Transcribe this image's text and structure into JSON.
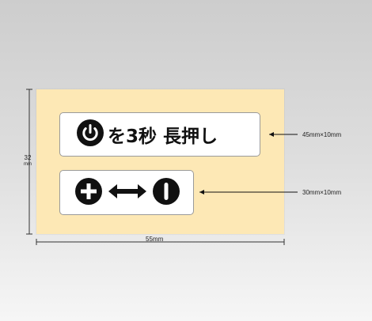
{
  "label_large": {
    "icon": "power-icon",
    "text": "を3秒 長押し",
    "size": "45mm×10mm"
  },
  "label_small": {
    "icons": [
      "plus-icon",
      "double-arrow-icon",
      "on-icon"
    ],
    "size": "30mm×10mm"
  },
  "sheet": {
    "width_label": "55mm",
    "height_value": "32",
    "height_unit": "mm",
    "color": "#fde8b5"
  }
}
